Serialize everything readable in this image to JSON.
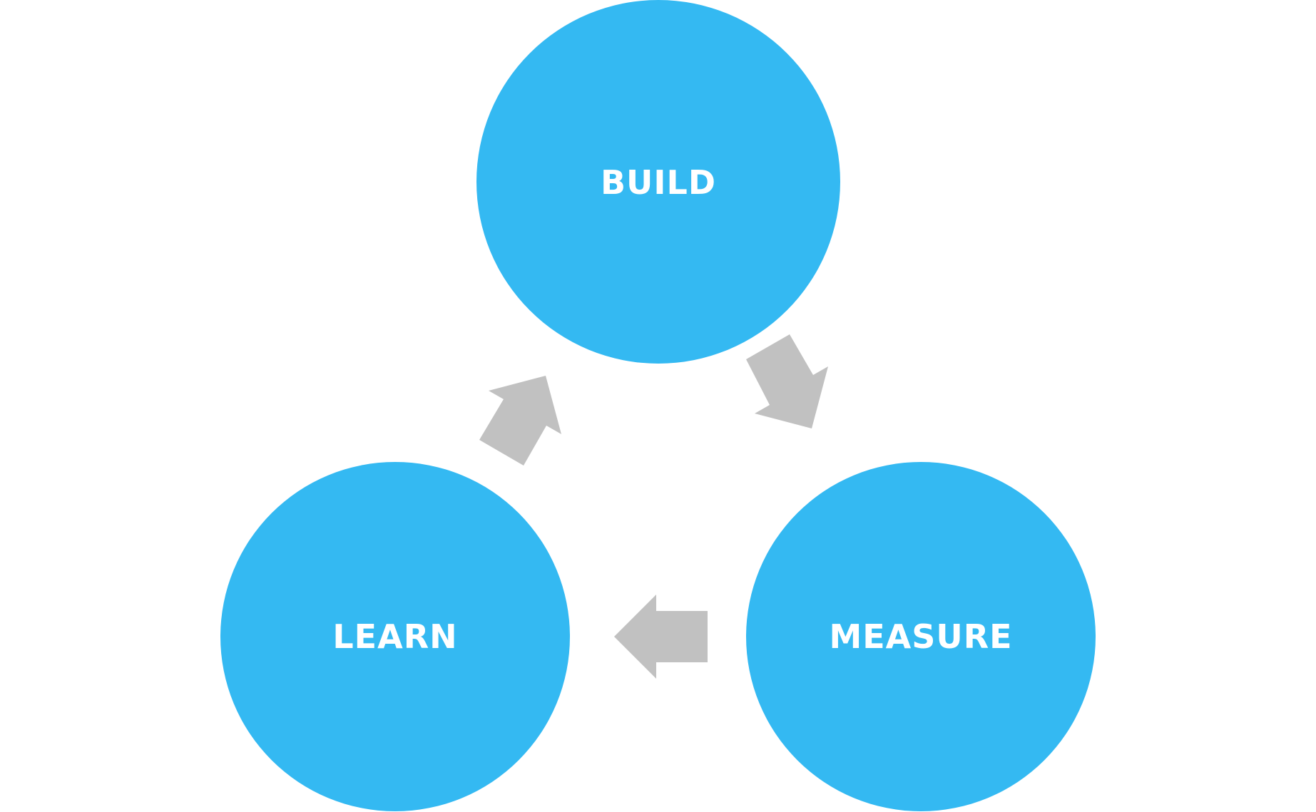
{
  "diagram": {
    "colors": {
      "node_fill": "#34B9F2",
      "arrow_fill": "#C1C1C1",
      "label_color": "#FFFFFF",
      "background": "#FFFFFF"
    },
    "nodes": {
      "build": {
        "label": "BUILD"
      },
      "measure": {
        "label": "MEASURE"
      },
      "learn": {
        "label": "LEARN"
      }
    },
    "arrows": [
      {
        "from": "BUILD",
        "to": "MEASURE",
        "icon": "arrow-icon"
      },
      {
        "from": "MEASURE",
        "to": "LEARN",
        "icon": "arrow-icon"
      },
      {
        "from": "LEARN",
        "to": "BUILD",
        "icon": "arrow-icon"
      }
    ]
  }
}
